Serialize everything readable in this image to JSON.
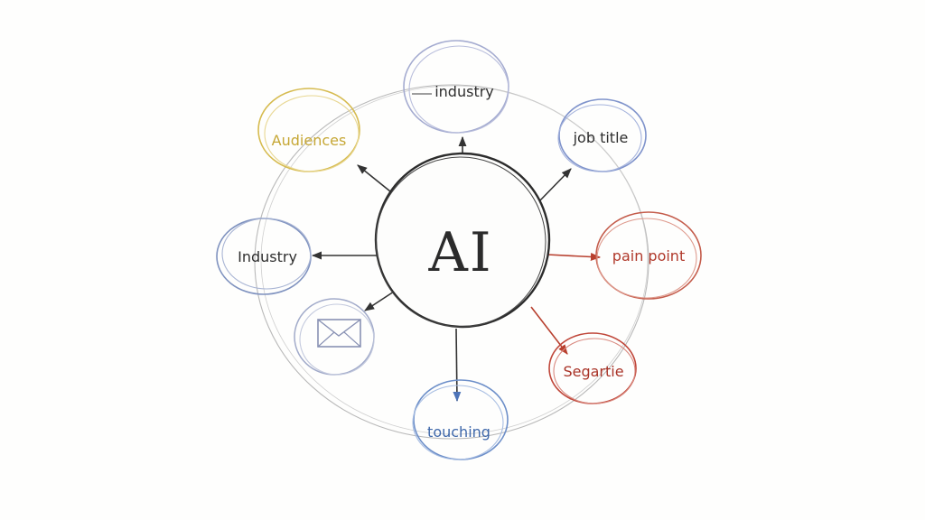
{
  "center": {
    "label": "AI"
  },
  "nodes": [
    {
      "key": "industry_top",
      "label": "industry",
      "color": "#9aa3c8"
    },
    {
      "key": "job_title",
      "label": "job title",
      "color": "#8a9ed1"
    },
    {
      "key": "pain_point",
      "label": "pain point",
      "color": "#c85a4a"
    },
    {
      "key": "segment",
      "label": "Segartie",
      "color": "#c0473a"
    },
    {
      "key": "touching",
      "label": "touching",
      "color": "#6d8fc9"
    },
    {
      "key": "email",
      "label": "",
      "color": "#9fa8c6",
      "icon": "envelope-icon"
    },
    {
      "key": "industry_left",
      "label": "Industry",
      "color": "#7f92bf"
    },
    {
      "key": "audiences",
      "label": "Audiences",
      "color": "#d8bd52"
    }
  ]
}
